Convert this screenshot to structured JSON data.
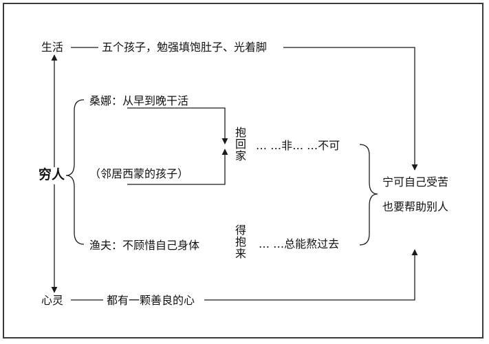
{
  "center": "穷人",
  "top": {
    "label": "生活",
    "detail": "五个孩子，勉强填饱肚子、光着脚"
  },
  "bottom": {
    "label": "心灵",
    "detail": "都有一颗善良的心"
  },
  "sangna": "桑娜：从早到晚干活",
  "neighbor": "（邻居西蒙的孩子）",
  "fisherman": "渔夫：不顾惜自己身体",
  "bao_hui_jia": "抱回家",
  "de_bao_lai": "得抱来",
  "line_fei": "…  …非…  …不可",
  "line_zong": "…  …总能熬过去",
  "conclusion": [
    "宁可自己受苦",
    "也要帮助别人"
  ],
  "colors": {
    "line": "#1a1a1a",
    "frame": "#3a3a3a"
  }
}
